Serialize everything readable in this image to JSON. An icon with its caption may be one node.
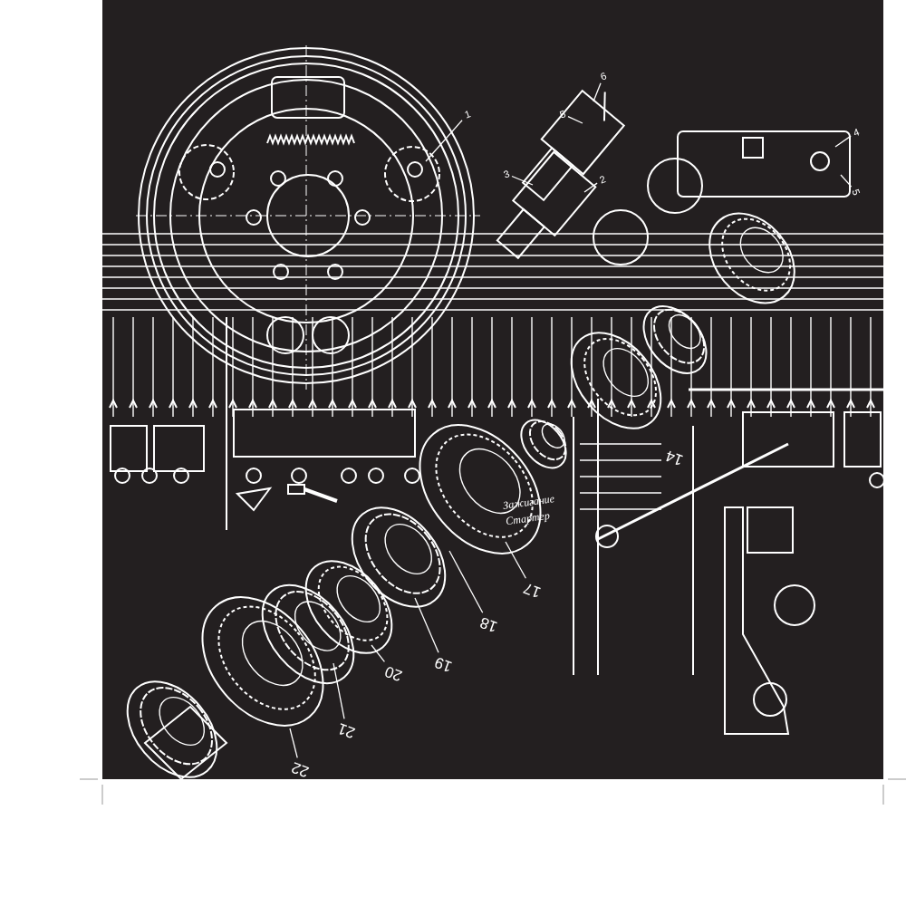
{
  "diagram": {
    "nodes": [
      {
        "text": [
          "1"
        ]
      },
      {
        "text": [
          "6"
        ]
      },
      {
        "text": [
          "5"
        ]
      },
      {
        "text": [
          "3"
        ]
      },
      {
        "text": [
          "2"
        ]
      },
      {
        "text": [
          "4"
        ]
      },
      {
        "text": [
          "5"
        ]
      },
      {
        "text": [
          "17"
        ]
      },
      {
        "text": [
          "18"
        ]
      },
      {
        "text": [
          "19"
        ]
      },
      {
        "text": [
          "20"
        ]
      },
      {
        "text": [
          "21"
        ]
      },
      {
        "text": [
          "22"
        ]
      }
    ],
    "edges": [
      {
        "from": 0,
        "to": null,
        "arrow": "none"
      },
      {
        "from": 1,
        "to": null,
        "arrow": "none"
      },
      {
        "from": 2,
        "to": null,
        "arrow": "none"
      },
      {
        "from": 3,
        "to": null,
        "arrow": "none"
      },
      {
        "from": 4,
        "to": null,
        "arrow": "none"
      },
      {
        "from": 5,
        "to": null,
        "arrow": "none"
      },
      {
        "from": 6,
        "to": null,
        "arrow": "none"
      },
      {
        "from": 7,
        "to": null,
        "arrow": "none"
      },
      {
        "from": 8,
        "to": null,
        "arrow": "none"
      },
      {
        "from": 9,
        "to": null,
        "arrow": "none"
      },
      {
        "from": 10,
        "to": null,
        "arrow": "none"
      },
      {
        "from": 11,
        "to": null,
        "arrow": "none"
      },
      {
        "from": 12,
        "to": null,
        "arrow": "none"
      }
    ],
    "labels": [
      "14",
      "Зажигание",
      "Стартер"
    ]
  }
}
